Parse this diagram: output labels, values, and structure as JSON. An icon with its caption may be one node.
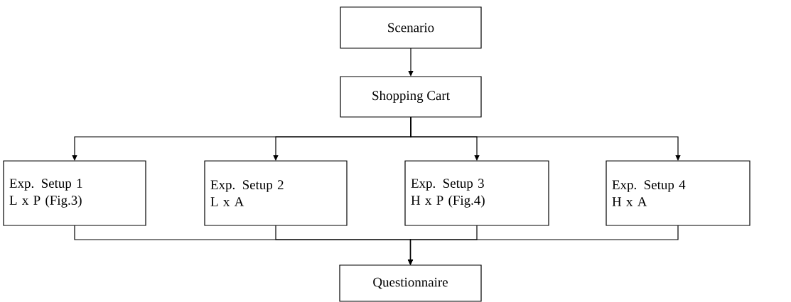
{
  "diagram": {
    "nodes": [
      {
        "text": [
          "Scenario"
        ]
      },
      {
        "text": [
          "Shopping Cart"
        ]
      },
      {
        "text": [
          "Exp. Setup 1",
          "L x P (Fig.3)"
        ]
      },
      {
        "text": [
          "Exp. Setup 2",
          "L x A"
        ]
      },
      {
        "text": [
          "Exp. Setup 3",
          "H x P (Fig.4)"
        ]
      },
      {
        "text": [
          "Exp. Setup 4",
          "H x A"
        ]
      },
      {
        "text": [
          "Questionnaire"
        ]
      }
    ],
    "edges": [
      {
        "from": 0,
        "to": 1,
        "arrow": "to"
      },
      {
        "from": 1,
        "to": 2,
        "arrow": "to"
      },
      {
        "from": 1,
        "to": 3,
        "arrow": "to"
      },
      {
        "from": 1,
        "to": 4,
        "arrow": "to"
      },
      {
        "from": 1,
        "to": 5,
        "arrow": "to"
      },
      {
        "from": 2,
        "to": 6,
        "arrow": "to"
      },
      {
        "from": 3,
        "to": 6,
        "arrow": "to"
      },
      {
        "from": 4,
        "to": 6,
        "arrow": "to"
      },
      {
        "from": 5,
        "to": 6,
        "arrow": "to"
      }
    ]
  }
}
